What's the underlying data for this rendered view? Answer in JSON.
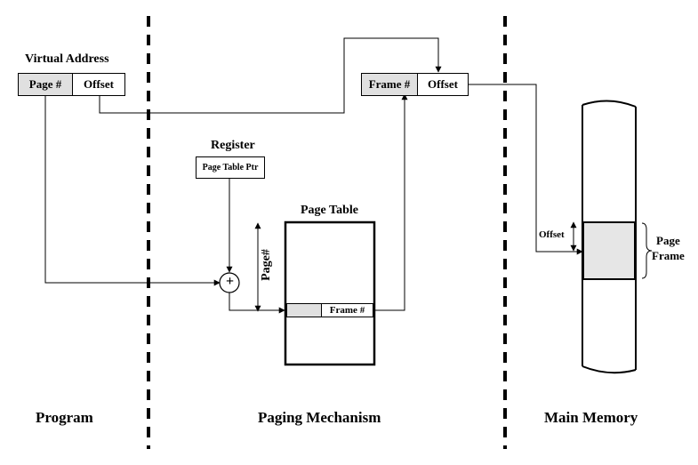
{
  "sections": {
    "program": "Program",
    "paging_mechanism": "Paging Mechanism",
    "main_memory": "Main Memory"
  },
  "virtual_address": {
    "title": "Virtual Address",
    "page_field": "Page #",
    "offset_field": "Offset"
  },
  "physical_address": {
    "frame_field": "Frame #",
    "offset_field": "Offset"
  },
  "register": {
    "title": "Register",
    "content": "Page Table Ptr"
  },
  "adder": {
    "symbol": "+"
  },
  "page_table": {
    "title": "Page Table",
    "entry_label": "Frame #",
    "index_label": "Page#"
  },
  "main_memory": {
    "offset_label": "Offset",
    "frame_label_line1": "Page",
    "frame_label_line2": "Frame"
  },
  "colors": {
    "shaded_field": "#e0e0e0",
    "memory_frame": "#e6e6e6",
    "line": "#000000"
  }
}
